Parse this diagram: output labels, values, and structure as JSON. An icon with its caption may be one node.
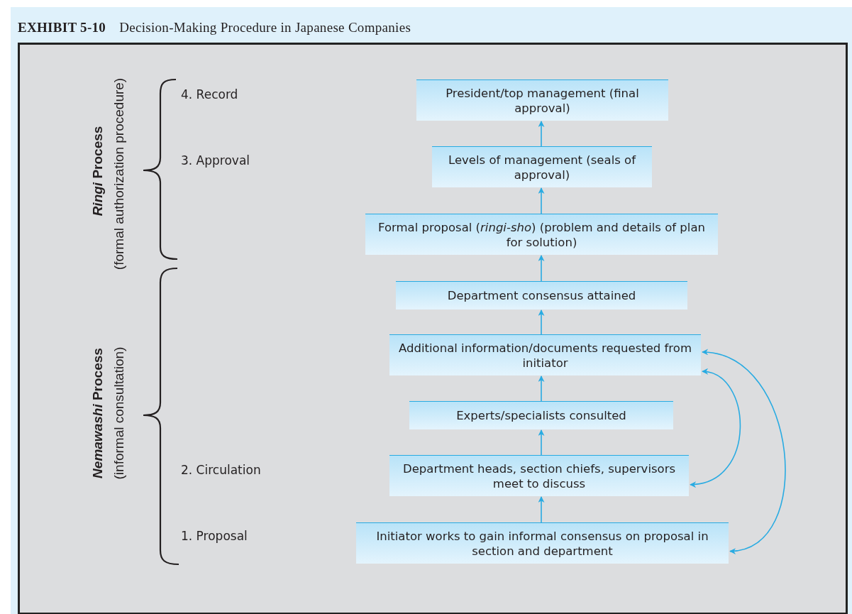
{
  "diagram": {
    "title": "**EXHIBIT 5-10** Decision-Making Procedure in Japanese Companies",
    "nodes": [
      {
        "text": [
          "President/top management (final approval)"
        ]
      },
      {
        "text": [
          "Levels of management (seals of approval)"
        ]
      },
      {
        "text": [
          "Formal proposal (*ringi-sho*) (problem and details of plan for solution)"
        ]
      },
      {
        "text": [
          "Department consensus attained"
        ]
      },
      {
        "text": [
          "Additional information/documents requested from initiator"
        ]
      },
      {
        "text": [
          "Experts/specialists consulted"
        ]
      },
      {
        "text": [
          "Department heads, section chiefs, supervisors meet to discuss"
        ]
      },
      {
        "text": [
          "Initiator works to gain informal consensus on proposal in section and department"
        ]
      }
    ],
    "edges": [
      {
        "from": 1,
        "to": 0,
        "arrow": "to"
      },
      {
        "from": 2,
        "to": 1,
        "arrow": "to"
      },
      {
        "from": 3,
        "to": 2,
        "arrow": "to"
      },
      {
        "from": 4,
        "to": 3,
        "arrow": "to"
      },
      {
        "from": 5,
        "to": 4,
        "arrow": "to"
      },
      {
        "from": 6,
        "to": 5,
        "arrow": "to"
      },
      {
        "from": 7,
        "to": 6,
        "arrow": "to"
      },
      {
        "from": 6,
        "to": 4,
        "arrow": "both"
      },
      {
        "from": 7,
        "to": 4,
        "arrow": "both"
      }
    ],
    "labels": [
      "*Ringi* Process",
      "(formal authorization procedure)",
      "*Nemawashi* Process",
      "(informal consultation)",
      "4. Record",
      "3. Approval",
      "2. Circulation",
      "1. Proposal"
    ]
  }
}
